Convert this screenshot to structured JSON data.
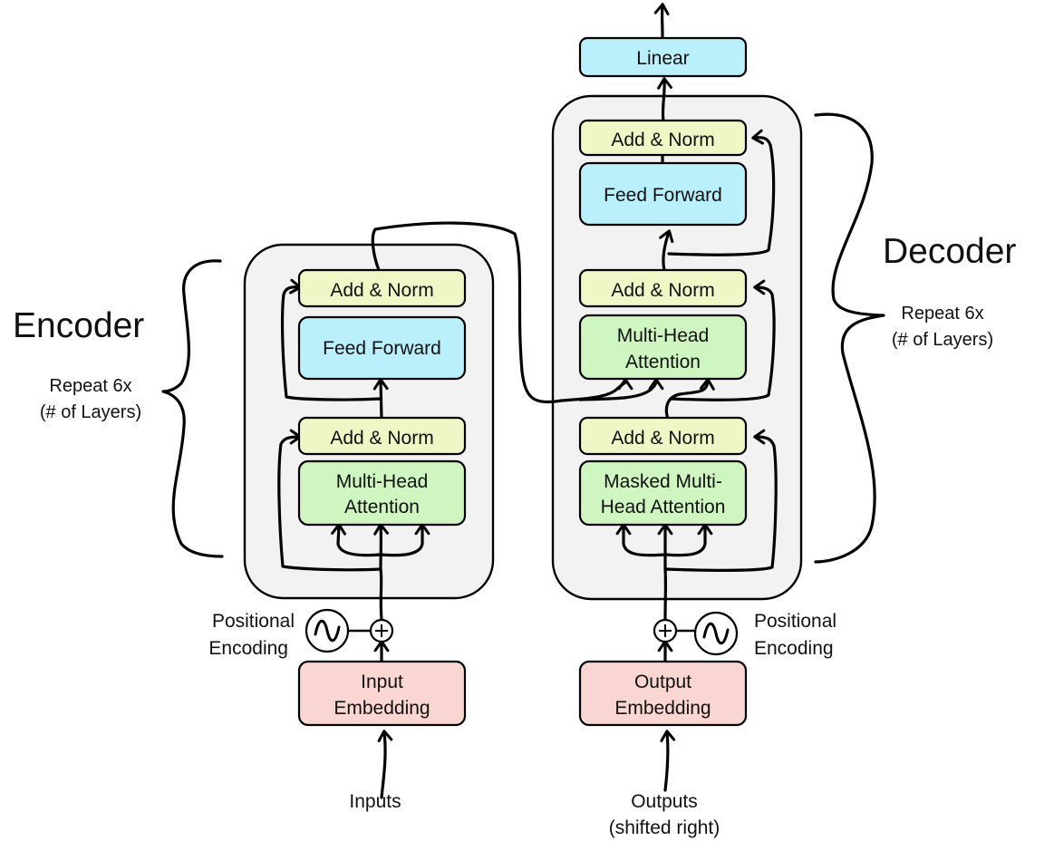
{
  "encoder": {
    "title": "Encoder",
    "repeat_line1": "Repeat 6x",
    "repeat_line2": "(# of Layers)",
    "add_norm_top": "Add & Norm",
    "feed_forward": "Feed Forward",
    "add_norm_bottom": "Add & Norm",
    "attention_line1": "Multi-Head",
    "attention_line2": "Attention",
    "positional_line1": "Positional",
    "positional_line2": "Encoding",
    "embedding_line1": "Input",
    "embedding_line2": "Embedding",
    "input_label": "Inputs"
  },
  "decoder": {
    "title": "Decoder",
    "repeat_line1": "Repeat 6x",
    "repeat_line2": "(# of Layers)",
    "linear": "Linear",
    "add_norm_top": "Add & Norm",
    "feed_forward": "Feed Forward",
    "add_norm_middle": "Add & Norm",
    "cross_attention_line1": "Multi-Head",
    "cross_attention_line2": "Attention",
    "add_norm_bottom": "Add & Norm",
    "masked_attention_line1": "Masked Multi-",
    "masked_attention_line2": "Head Attention",
    "positional_line1": "Positional",
    "positional_line2": "Encoding",
    "embedding_line1": "Output",
    "embedding_line2": "Embedding",
    "output_line1": "Outputs",
    "output_line2": "(shifted right)"
  },
  "colors": {
    "add_norm": "#f0f7c6",
    "feed_forward": "#b9f0fb",
    "attention": "#cff5c1",
    "embedding": "#f9d6d1",
    "linear": "#b9f0fb",
    "layer_frame": "#f2f2f2"
  }
}
